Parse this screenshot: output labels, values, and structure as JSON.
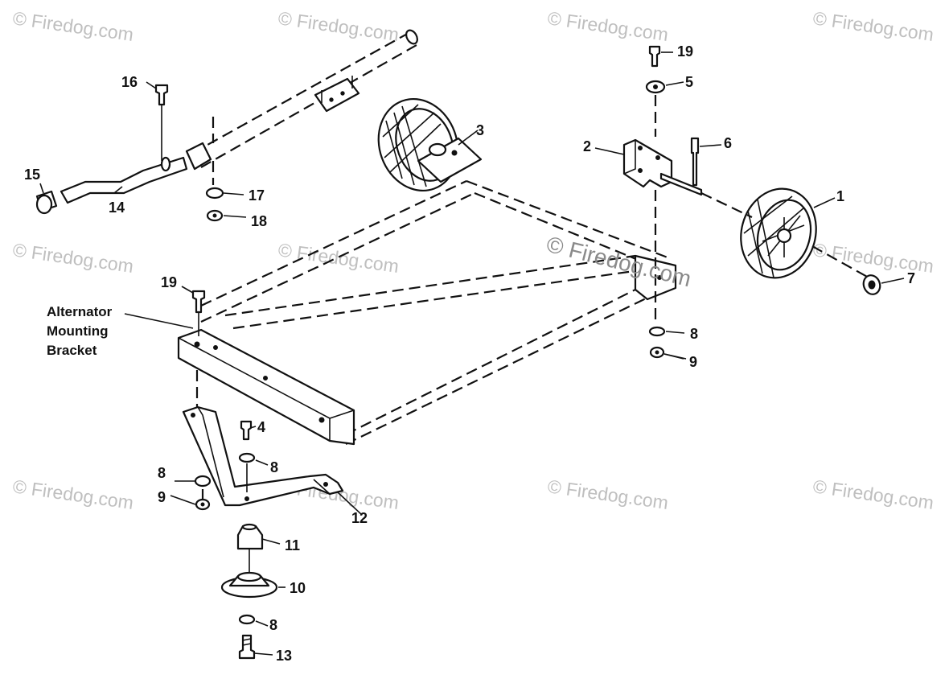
{
  "watermark": {
    "text": "© Firedog.com"
  },
  "annotation": {
    "line1": "Alternator",
    "line2": "Mounting",
    "line3": "Bracket"
  },
  "callouts": {
    "c1": "1",
    "c2": "2",
    "c3": "3",
    "c4": "4",
    "c5": "5",
    "c6": "6",
    "c7": "7",
    "c8a": "8",
    "c8b": "8",
    "c8c": "8",
    "c8d": "8",
    "c9a": "9",
    "c9b": "9",
    "c10": "10",
    "c11": "11",
    "c12": "12",
    "c13": "13",
    "c14": "14",
    "c15": "15",
    "c16": "16",
    "c17": "17",
    "c18": "18",
    "c19a": "19",
    "c19b": "19"
  }
}
